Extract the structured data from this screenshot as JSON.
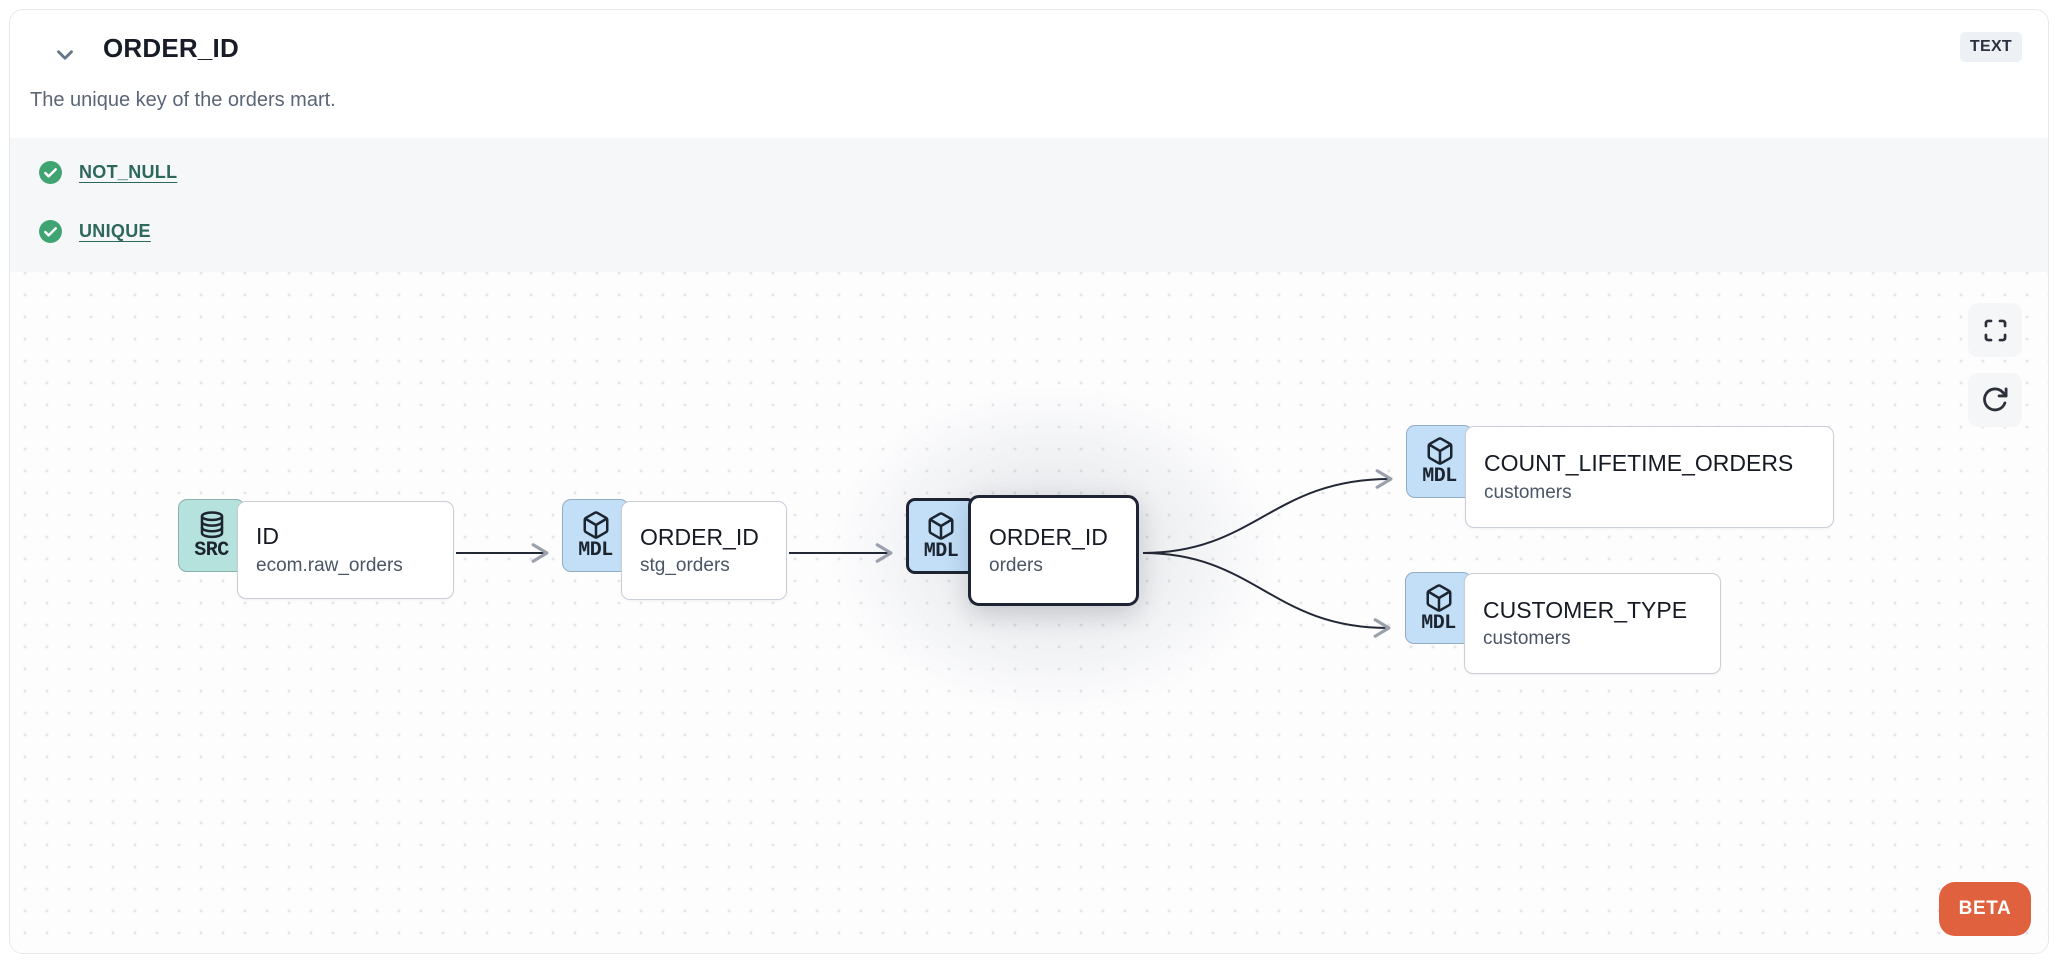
{
  "header": {
    "title": "ORDER_ID",
    "type_badge": "TEXT",
    "description": "The unique key of the orders mart.",
    "collapse_icon": "chevron-down-icon"
  },
  "tests": {
    "items": [
      {
        "label": "NOT_NULL",
        "status": "pass",
        "icon": "check-circle-icon"
      },
      {
        "label": "UNIQUE",
        "status": "pass",
        "icon": "check-circle-icon"
      }
    ]
  },
  "canvas": {
    "nodes": [
      {
        "badge": "SRC",
        "badge_icon": "database-icon",
        "label": "ID",
        "sublabel": "ecom.raw_orders",
        "selected": false
      },
      {
        "badge": "MDL",
        "badge_icon": "cube-icon",
        "label": "ORDER_ID",
        "sublabel": "stg_orders",
        "selected": false
      },
      {
        "badge": "MDL",
        "badge_icon": "cube-icon",
        "label": "ORDER_ID",
        "sublabel": "orders",
        "selected": true
      },
      {
        "badge": "MDL",
        "badge_icon": "cube-icon",
        "label": "COUNT_LIFETIME_ORDERS",
        "sublabel": "customers",
        "selected": false
      },
      {
        "badge": "MDL",
        "badge_icon": "cube-icon",
        "label": "CUSTOMER_TYPE",
        "sublabel": "customers",
        "selected": false
      }
    ],
    "edges": [
      {
        "from": "ID (ecom.raw_orders)",
        "to": "ORDER_ID (stg_orders)"
      },
      {
        "from": "ORDER_ID (stg_orders)",
        "to": "ORDER_ID (orders)"
      },
      {
        "from": "ORDER_ID (orders)",
        "to": "COUNT_LIFETIME_ORDERS (customers)"
      },
      {
        "from": "ORDER_ID (orders)",
        "to": "CUSTOMER_TYPE (customers)"
      }
    ],
    "controls": [
      {
        "name": "fullscreen",
        "icon": "maximize-icon"
      },
      {
        "name": "refresh",
        "icon": "refresh-icon"
      }
    ],
    "beta_label": "BETA"
  },
  "colors": {
    "accent_orange": "#e0613e",
    "test_pass_green": "#3fa372",
    "test_link_teal": "#2d685c",
    "src_badge_bg": "#b6e2dd",
    "mdl_badge_bg": "#c2dff7",
    "selected_border": "#1e2433",
    "edge_stroke": "#232836",
    "arrowhead_gray": "#9aa1ad",
    "tests_section_bg": "#f6f7f9",
    "type_badge_bg": "#edf0f4"
  }
}
